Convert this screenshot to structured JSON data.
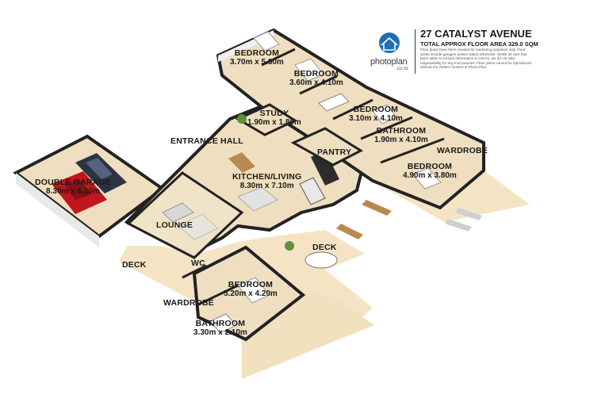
{
  "header": {
    "address": "27 CATALYST AVENUE",
    "floor_area": "TOTAL APPROX FLOOR AREA 329.0 SQM",
    "disclaimer": "Floor plans have been created for marketing purposes only. Floor areas include garages unless stated otherwise. Whilst all care has been taken to ensure information is correct, we do not take responsibility for any inaccuracies. Floor plans cannot be reproduced without the written consent of Photo Plan."
  },
  "logo": {
    "name": "photoplan",
    "suffix": ".co.nz",
    "icon": "house-logo-icon",
    "color": "#1f6fb8"
  },
  "rooms": {
    "bedroom1": {
      "name": "BEDROOM",
      "dims": "3.70m x 5.30m"
    },
    "bedroom2": {
      "name": "BEDROOM",
      "dims": "3.60m x 4.10m"
    },
    "bedroom3": {
      "name": "BEDROOM",
      "dims": "3.10m x 4.10m"
    },
    "bathroom1": {
      "name": "BATHROOM",
      "dims": "1.90m x 4.10m"
    },
    "wardrobe1": {
      "name": "WARDROBE"
    },
    "bedroom4": {
      "name": "BEDROOM",
      "dims": "4.90m x 3.80m"
    },
    "study": {
      "name": "STUDY",
      "dims": "1.90m x 1.80m"
    },
    "entrance": {
      "name": "ENTRANCE HALL"
    },
    "pantry": {
      "name": "PANTRY"
    },
    "kitchen": {
      "name": "KITCHEN/LIVING",
      "dims": "8.30m x 7.10m"
    },
    "garage": {
      "name": "DOUBLE GARAGE",
      "dims": "8.30m x 6.10m"
    },
    "lounge": {
      "name": "LOUNGE"
    },
    "deck1": {
      "name": "DECK"
    },
    "deck2": {
      "name": "DECK"
    },
    "wc": {
      "name": "WC"
    },
    "bedroom5": {
      "name": "BEDROOM",
      "dims": "5.20m x 4.20m"
    },
    "wardrobe2": {
      "name": "WARDROBE"
    },
    "bathroom2": {
      "name": "BATHROOM",
      "dims": "3.30m x 2.10m"
    }
  },
  "colors": {
    "floor": "#efdfc0",
    "deck": "#f5e6c8",
    "wall": "#2a2a2a",
    "wall_face": "#ececec",
    "car": "#c0161d",
    "suv": "#2b3445"
  }
}
